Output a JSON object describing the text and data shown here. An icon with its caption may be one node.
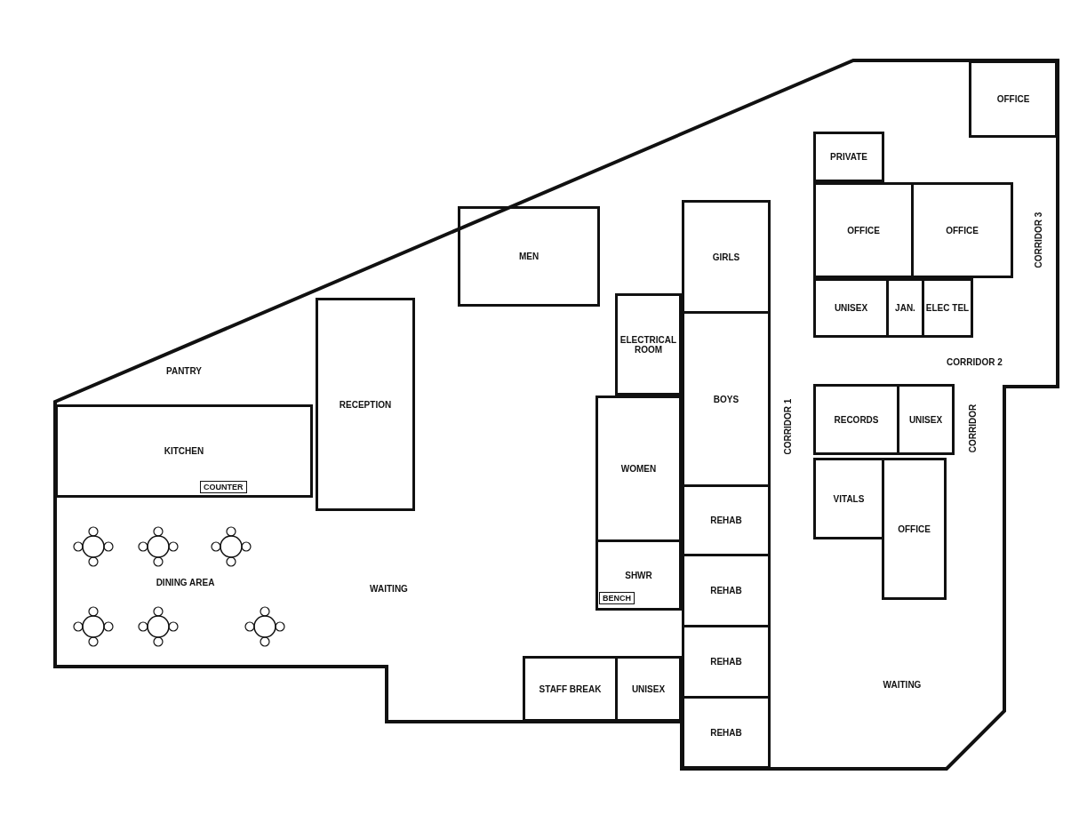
{
  "diagram": {
    "nodes": [
      {
        "text": [
          "OFFICE"
        ]
      },
      {
        "text": [
          "PRIVATE"
        ]
      },
      {
        "text": [
          "MEN"
        ]
      },
      {
        "text": [
          "OFFICE"
        ]
      },
      {
        "text": [
          "OFFICE"
        ]
      },
      {
        "text": [
          "GIRLS"
        ]
      },
      {
        "text": [
          "UNISEX"
        ]
      },
      {
        "text": [
          "JAN."
        ]
      },
      {
        "text": [
          "ELEC TEL"
        ]
      },
      {
        "text": [
          "ELECTRICAL ROOM"
        ]
      },
      {
        "text": [
          "PANTRY"
        ]
      },
      {
        "text": [
          "RECEPTION"
        ]
      },
      {
        "text": [
          "KITCHEN"
        ]
      },
      {
        "text": [
          "BOYS"
        ]
      },
      {
        "text": [
          "RECORDS"
        ]
      },
      {
        "text": [
          "UNISEX"
        ]
      },
      {
        "text": [
          "WOMEN"
        ]
      },
      {
        "text": [
          "VITALS"
        ]
      },
      {
        "text": [
          "DINING AREA"
        ]
      },
      {
        "text": [
          "WAITING"
        ]
      },
      {
        "text": [
          "SHWR"
        ]
      },
      {
        "text": [
          "REHAB"
        ]
      },
      {
        "text": [
          "OFFICE"
        ]
      },
      {
        "text": [
          "REHAB"
        ]
      },
      {
        "text": [
          "REHAB"
        ]
      },
      {
        "text": [
          "STAFF BREAK"
        ]
      },
      {
        "text": [
          "UNISEX"
        ]
      },
      {
        "text": [
          "WAITING"
        ]
      },
      {
        "text": [
          "REHAB"
        ]
      }
    ],
    "labels": [
      "CORRIDOR 3",
      "CORRIDOR 2",
      "CORRIDOR 1",
      "CORRIDOR",
      "COUNTER",
      "BENCH"
    ]
  }
}
